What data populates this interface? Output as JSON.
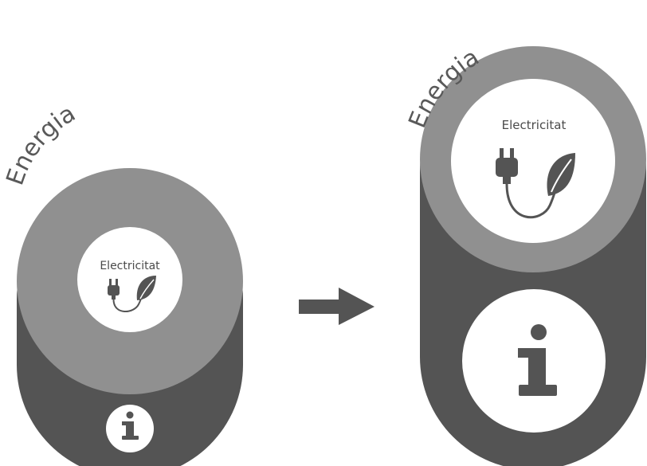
{
  "colors": {
    "body": "#545454",
    "ring": "#909090",
    "inner_fill": "#ffffff",
    "icon": "#545454",
    "arrow": "#545454",
    "text": "#595959"
  },
  "before": {
    "label": "Energia",
    "inner_label": "Electricitat",
    "info_glyph": "i",
    "icons": [
      "plug-icon",
      "leaf-icon",
      "info-icon"
    ]
  },
  "after": {
    "label": "Energia",
    "inner_label": "Electricitat",
    "info_glyph": "i",
    "icons": [
      "plug-icon",
      "leaf-icon",
      "info-icon"
    ]
  },
  "transition_icon": "right-arrow-icon"
}
